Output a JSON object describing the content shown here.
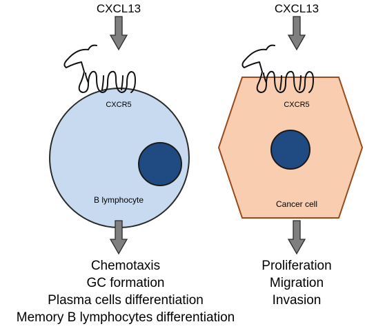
{
  "left_panel": {
    "ligand": "CXCL13",
    "receptor": "CXCR5",
    "cell_label": "B lymphocyte",
    "outcomes": [
      "Chemotaxis",
      "GC formation",
      "Plasma cells differentiation",
      "Memory B lymphocytes differentiation"
    ]
  },
  "right_panel": {
    "ligand": "CXCL13",
    "receptor": "CXCR5",
    "cell_label": "Cancer cell",
    "outcomes": [
      "Proliferation",
      "Migration",
      "Invasion"
    ]
  },
  "colors": {
    "b_cell_fill": "#c7daf0",
    "b_cell_stroke": "#2a2a2a",
    "cancer_cell_fill": "#f8cdb0",
    "cancer_cell_stroke": "#9a4a1a",
    "nucleus_fill": "#1f4a82",
    "arrow_fill": "#7f7f7f"
  }
}
